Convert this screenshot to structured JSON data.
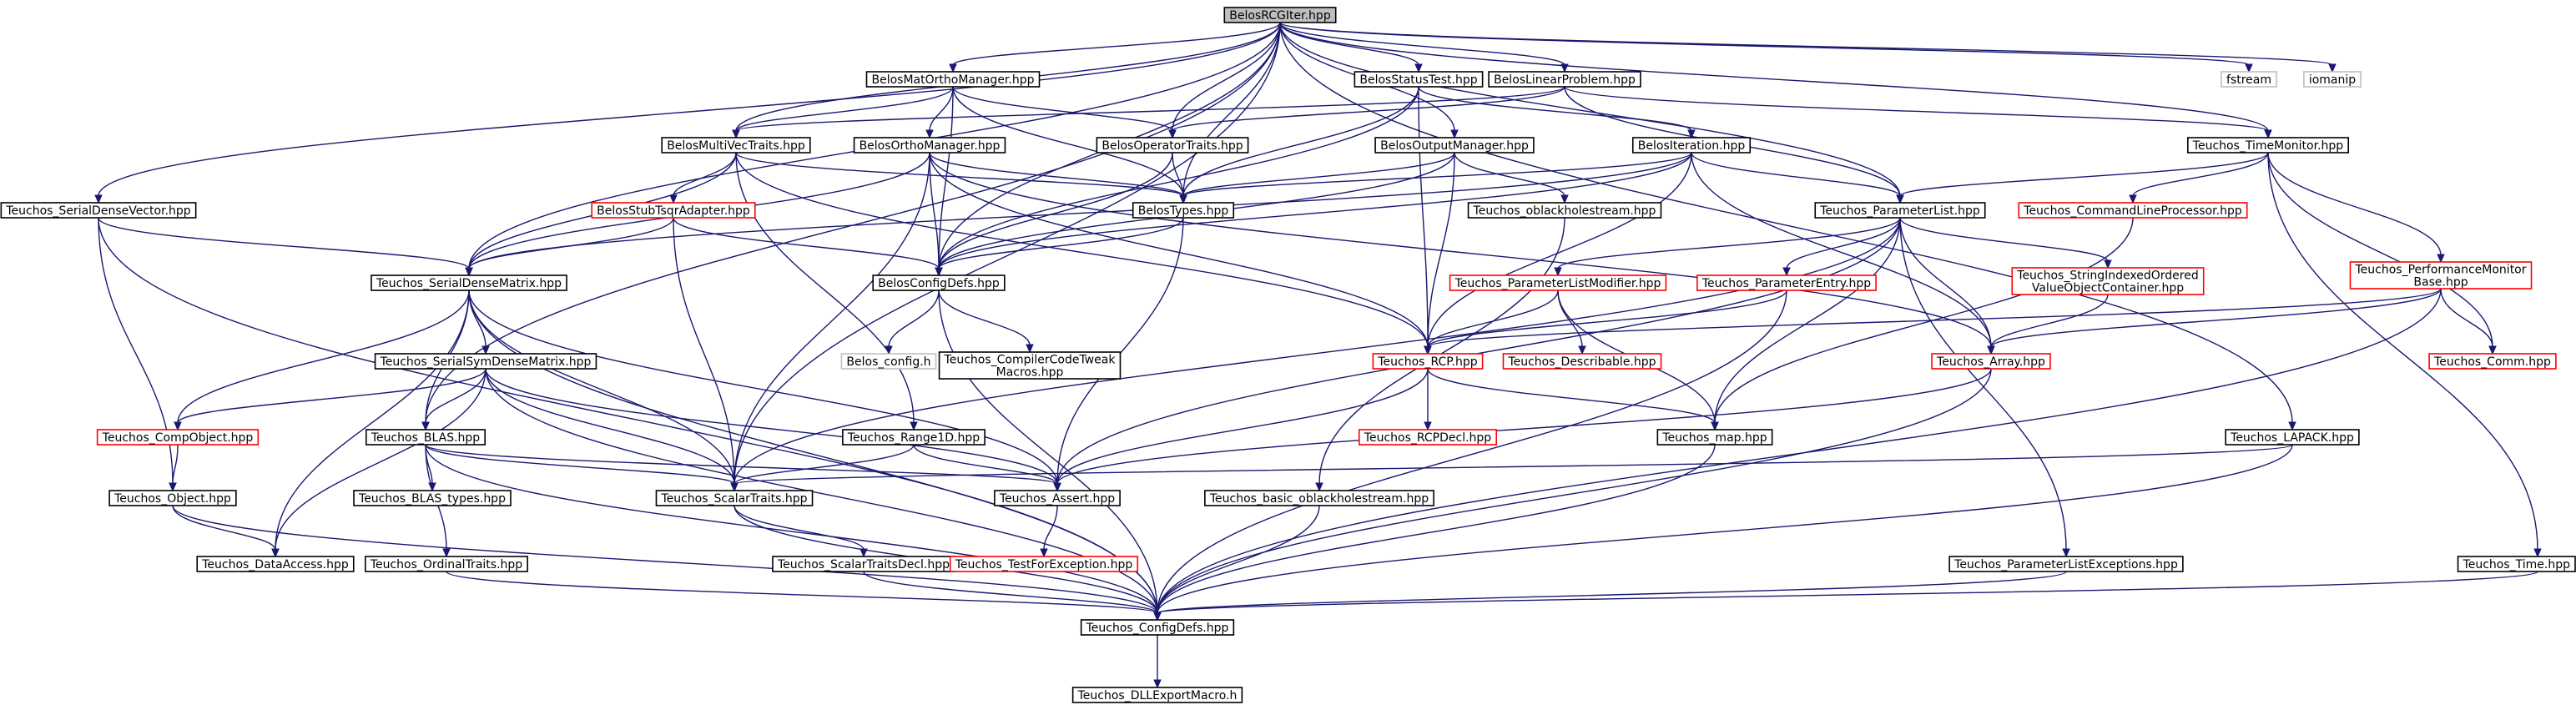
{
  "colors": {
    "edge": "#191970",
    "root_fill": "#bfbfbf",
    "node_fill": "#ffffff",
    "border_normal": "#000000",
    "border_incomplete": "#ff0000",
    "border_external": "#bfbfbf"
  },
  "nodes": [
    {
      "id": "BelosRCGIter",
      "label": [
        "BelosRCGIter.hpp"
      ],
      "kind": "root"
    },
    {
      "id": "BelosMatOrthoManager",
      "label": [
        "BelosMatOrthoManager.hpp"
      ],
      "kind": "normal"
    },
    {
      "id": "BelosStatusTest",
      "label": [
        "BelosStatusTest.hpp"
      ],
      "kind": "normal"
    },
    {
      "id": "BelosLinearProblem",
      "label": [
        "BelosLinearProblem.hpp"
      ],
      "kind": "normal"
    },
    {
      "id": "fstream",
      "label": [
        "fstream"
      ],
      "kind": "external"
    },
    {
      "id": "iomanip",
      "label": [
        "iomanip"
      ],
      "kind": "external"
    },
    {
      "id": "BelosMultiVecTraits",
      "label": [
        "BelosMultiVecTraits.hpp"
      ],
      "kind": "normal"
    },
    {
      "id": "BelosOrthoManager",
      "label": [
        "BelosOrthoManager.hpp"
      ],
      "kind": "normal"
    },
    {
      "id": "BelosOperatorTraits",
      "label": [
        "BelosOperatorTraits.hpp"
      ],
      "kind": "normal"
    },
    {
      "id": "BelosOutputManager",
      "label": [
        "BelosOutputManager.hpp"
      ],
      "kind": "normal"
    },
    {
      "id": "BelosIteration",
      "label": [
        "BelosIteration.hpp"
      ],
      "kind": "normal"
    },
    {
      "id": "Teuchos_TimeMonitor",
      "label": [
        "Teuchos_TimeMonitor.hpp"
      ],
      "kind": "normal"
    },
    {
      "id": "Teuchos_SerialDenseVector",
      "label": [
        "Teuchos_SerialDenseVector.hpp"
      ],
      "kind": "normal"
    },
    {
      "id": "BelosStubTsqrAdapter",
      "label": [
        "BelosStubTsqrAdapter.hpp"
      ],
      "kind": "incomplete"
    },
    {
      "id": "BelosTypes",
      "label": [
        "BelosTypes.hpp"
      ],
      "kind": "normal"
    },
    {
      "id": "Teuchos_oblackholestream",
      "label": [
        "Teuchos_oblackholestream.hpp"
      ],
      "kind": "normal"
    },
    {
      "id": "Teuchos_ParameterList",
      "label": [
        "Teuchos_ParameterList.hpp"
      ],
      "kind": "normal"
    },
    {
      "id": "Teuchos_CommandLineProcessor",
      "label": [
        "Teuchos_CommandLineProcessor.hpp"
      ],
      "kind": "incomplete"
    },
    {
      "id": "Teuchos_SerialDenseMatrix",
      "label": [
        "Teuchos_SerialDenseMatrix.hpp"
      ],
      "kind": "normal"
    },
    {
      "id": "BelosConfigDefs",
      "label": [
        "BelosConfigDefs.hpp"
      ],
      "kind": "normal"
    },
    {
      "id": "Teuchos_ParameterListModifier",
      "label": [
        "Teuchos_ParameterListModifier.hpp"
      ],
      "kind": "incomplete"
    },
    {
      "id": "Teuchos_ParameterEntry",
      "label": [
        "Teuchos_ParameterEntry.hpp"
      ],
      "kind": "incomplete"
    },
    {
      "id": "Teuchos_StringIndexedOrderedValueObjectContainer",
      "label": [
        "Teuchos_StringIndexedOrdered",
        "ValueObjectContainer.hpp"
      ],
      "kind": "incomplete"
    },
    {
      "id": "Teuchos_PerformanceMonitorBase",
      "label": [
        "Teuchos_PerformanceMonitor",
        "Base.hpp"
      ],
      "kind": "incomplete"
    },
    {
      "id": "Teuchos_SerialSymDenseMatrix",
      "label": [
        "Teuchos_SerialSymDenseMatrix.hpp"
      ],
      "kind": "normal"
    },
    {
      "id": "Belos_config",
      "label": [
        "Belos_config.h"
      ],
      "kind": "external"
    },
    {
      "id": "Teuchos_CompilerCodeTweakMacros",
      "label": [
        "Teuchos_CompilerCodeTweak",
        "Macros.hpp"
      ],
      "kind": "normal"
    },
    {
      "id": "Teuchos_RCP",
      "label": [
        "Teuchos_RCP.hpp"
      ],
      "kind": "incomplete"
    },
    {
      "id": "Teuchos_Describable",
      "label": [
        "Teuchos_Describable.hpp"
      ],
      "kind": "incomplete"
    },
    {
      "id": "Teuchos_Array",
      "label": [
        "Teuchos_Array.hpp"
      ],
      "kind": "incomplete"
    },
    {
      "id": "Teuchos_Comm",
      "label": [
        "Teuchos_Comm.hpp"
      ],
      "kind": "incomplete"
    },
    {
      "id": "Teuchos_CompObject",
      "label": [
        "Teuchos_CompObject.hpp"
      ],
      "kind": "incomplete"
    },
    {
      "id": "Teuchos_BLAS",
      "label": [
        "Teuchos_BLAS.hpp"
      ],
      "kind": "normal"
    },
    {
      "id": "Teuchos_Range1D",
      "label": [
        "Teuchos_Range1D.hpp"
      ],
      "kind": "normal"
    },
    {
      "id": "Teuchos_RCPDecl",
      "label": [
        "Teuchos_RCPDecl.hpp"
      ],
      "kind": "incomplete"
    },
    {
      "id": "Teuchos_map",
      "label": [
        "Teuchos_map.hpp"
      ],
      "kind": "normal"
    },
    {
      "id": "Teuchos_LAPACK",
      "label": [
        "Teuchos_LAPACK.hpp"
      ],
      "kind": "normal"
    },
    {
      "id": "Teuchos_Object",
      "label": [
        "Teuchos_Object.hpp"
      ],
      "kind": "normal"
    },
    {
      "id": "Teuchos_BLAS_types",
      "label": [
        "Teuchos_BLAS_types.hpp"
      ],
      "kind": "normal"
    },
    {
      "id": "Teuchos_ScalarTraits",
      "label": [
        "Teuchos_ScalarTraits.hpp"
      ],
      "kind": "normal"
    },
    {
      "id": "Teuchos_Assert",
      "label": [
        "Teuchos_Assert.hpp"
      ],
      "kind": "normal"
    },
    {
      "id": "Teuchos_basic_oblackholestream",
      "label": [
        "Teuchos_basic_oblackholestream.hpp"
      ],
      "kind": "normal"
    },
    {
      "id": "Teuchos_DataAccess",
      "label": [
        "Teuchos_DataAccess.hpp"
      ],
      "kind": "normal"
    },
    {
      "id": "Teuchos_OrdinalTraits",
      "label": [
        "Teuchos_OrdinalTraits.hpp"
      ],
      "kind": "normal"
    },
    {
      "id": "Teuchos_ScalarTraitsDecl",
      "label": [
        "Teuchos_ScalarTraitsDecl.hpp"
      ],
      "kind": "normal"
    },
    {
      "id": "Teuchos_TestForException",
      "label": [
        "Teuchos_TestForException.hpp"
      ],
      "kind": "incomplete"
    },
    {
      "id": "Teuchos_ParameterListExceptions",
      "label": [
        "Teuchos_ParameterListExceptions.hpp"
      ],
      "kind": "normal"
    },
    {
      "id": "Teuchos_Time",
      "label": [
        "Teuchos_Time.hpp"
      ],
      "kind": "normal"
    },
    {
      "id": "Teuchos_ConfigDefs",
      "label": [
        "Teuchos_ConfigDefs.hpp"
      ],
      "kind": "normal"
    },
    {
      "id": "Teuchos_DLLExportMacro",
      "label": [
        "Teuchos_DLLExportMacro.h"
      ],
      "kind": "normal"
    }
  ],
  "edges": [
    [
      "BelosRCGIter",
      "BelosMatOrthoManager"
    ],
    [
      "BelosRCGIter",
      "BelosStatusTest"
    ],
    [
      "BelosRCGIter",
      "BelosLinearProblem"
    ],
    [
      "BelosRCGIter",
      "fstream"
    ],
    [
      "BelosRCGIter",
      "iomanip"
    ],
    [
      "BelosRCGIter",
      "BelosMultiVecTraits"
    ],
    [
      "BelosRCGIter",
      "BelosOperatorTraits"
    ],
    [
      "BelosRCGIter",
      "BelosOutputManager"
    ],
    [
      "BelosRCGIter",
      "Teuchos_TimeMonitor"
    ],
    [
      "BelosRCGIter",
      "Teuchos_SerialDenseVector"
    ],
    [
      "BelosRCGIter",
      "BelosTypes"
    ],
    [
      "BelosRCGIter",
      "Teuchos_ParameterList"
    ],
    [
      "BelosRCGIter",
      "Teuchos_SerialDenseMatrix"
    ],
    [
      "BelosRCGIter",
      "BelosConfigDefs"
    ],
    [
      "BelosRCGIter",
      "Teuchos_BLAS"
    ],
    [
      "BelosRCGIter",
      "Teuchos_LAPACK"
    ],
    [
      "BelosRCGIter",
      "Teuchos_ScalarTraits"
    ],
    [
      "BelosMatOrthoManager",
      "BelosMultiVecTraits"
    ],
    [
      "BelosMatOrthoManager",
      "BelosOrthoManager"
    ],
    [
      "BelosMatOrthoManager",
      "BelosOperatorTraits"
    ],
    [
      "BelosMatOrthoManager",
      "BelosTypes"
    ],
    [
      "BelosMatOrthoManager",
      "BelosConfigDefs"
    ],
    [
      "BelosStatusTest",
      "BelosIteration"
    ],
    [
      "BelosStatusTest",
      "BelosTypes"
    ],
    [
      "BelosStatusTest",
      "BelosConfigDefs"
    ],
    [
      "BelosStatusTest",
      "Teuchos_RCP"
    ],
    [
      "BelosLinearProblem",
      "BelosMultiVecTraits"
    ],
    [
      "BelosLinearProblem",
      "BelosOperatorTraits"
    ],
    [
      "BelosLinearProblem",
      "Teuchos_TimeMonitor"
    ],
    [
      "BelosLinearProblem",
      "Teuchos_ParameterList"
    ],
    [
      "BelosMultiVecTraits",
      "BelosStubTsqrAdapter"
    ],
    [
      "BelosMultiVecTraits",
      "BelosTypes"
    ],
    [
      "BelosMultiVecTraits",
      "Teuchos_SerialDenseMatrix"
    ],
    [
      "BelosMultiVecTraits",
      "Teuchos_RCP"
    ],
    [
      "BelosMultiVecTraits",
      "Teuchos_Range1D"
    ],
    [
      "BelosOrthoManager",
      "BelosTypes"
    ],
    [
      "BelosOrthoManager",
      "Teuchos_SerialDenseMatrix"
    ],
    [
      "BelosOrthoManager",
      "BelosConfigDefs"
    ],
    [
      "BelosOrthoManager",
      "Teuchos_Array"
    ],
    [
      "BelosOrthoManager",
      "Teuchos_RCP"
    ],
    [
      "BelosOrthoManager",
      "Teuchos_ScalarTraits"
    ],
    [
      "BelosOperatorTraits",
      "BelosTypes"
    ],
    [
      "BelosOperatorTraits",
      "BelosConfigDefs"
    ],
    [
      "BelosOutputManager",
      "BelosTypes"
    ],
    [
      "BelosOutputManager",
      "Teuchos_oblackholestream"
    ],
    [
      "BelosOutputManager",
      "BelosConfigDefs"
    ],
    [
      "BelosOutputManager",
      "Teuchos_RCP"
    ],
    [
      "BelosIteration",
      "BelosTypes"
    ],
    [
      "BelosIteration",
      "Teuchos_ParameterList"
    ],
    [
      "BelosIteration",
      "Teuchos_SerialDenseMatrix"
    ],
    [
      "BelosIteration",
      "BelosConfigDefs"
    ],
    [
      "BelosIteration",
      "Teuchos_RCP"
    ],
    [
      "BelosIteration",
      "Teuchos_Array"
    ],
    [
      "Teuchos_TimeMonitor",
      "Teuchos_ParameterList"
    ],
    [
      "Teuchos_TimeMonitor",
      "Teuchos_CommandLineProcessor"
    ],
    [
      "Teuchos_TimeMonitor",
      "Teuchos_PerformanceMonitorBase"
    ],
    [
      "Teuchos_TimeMonitor",
      "Teuchos_Comm"
    ],
    [
      "Teuchos_TimeMonitor",
      "Teuchos_Time"
    ],
    [
      "Teuchos_SerialDenseVector",
      "Teuchos_SerialDenseMatrix"
    ],
    [
      "Teuchos_SerialDenseVector",
      "Teuchos_Object"
    ],
    [
      "Teuchos_SerialDenseVector",
      "Teuchos_ConfigDefs"
    ],
    [
      "BelosStubTsqrAdapter",
      "Teuchos_SerialDenseMatrix"
    ],
    [
      "BelosStubTsqrAdapter",
      "BelosConfigDefs"
    ],
    [
      "BelosStubTsqrAdapter",
      "Teuchos_ScalarTraits"
    ],
    [
      "BelosTypes",
      "BelosConfigDefs"
    ],
    [
      "BelosTypes",
      "Teuchos_Assert"
    ],
    [
      "Teuchos_oblackholestream",
      "Teuchos_basic_oblackholestream"
    ],
    [
      "Teuchos_ParameterList",
      "Teuchos_ParameterListModifier"
    ],
    [
      "Teuchos_ParameterList",
      "Teuchos_ParameterEntry"
    ],
    [
      "Teuchos_ParameterList",
      "Teuchos_StringIndexedOrderedValueObjectContainer"
    ],
    [
      "Teuchos_ParameterList",
      "Teuchos_Array"
    ],
    [
      "Teuchos_ParameterList",
      "Teuchos_map"
    ],
    [
      "Teuchos_ParameterList",
      "Teuchos_ParameterListExceptions"
    ],
    [
      "Teuchos_ParameterList",
      "Teuchos_Assert"
    ],
    [
      "Teuchos_ParameterList",
      "Teuchos_ScalarTraits"
    ],
    [
      "Teuchos_CommandLineProcessor",
      "Teuchos_map"
    ],
    [
      "Teuchos_SerialDenseMatrix",
      "Teuchos_SerialSymDenseMatrix"
    ],
    [
      "Teuchos_SerialDenseMatrix",
      "Teuchos_CompObject"
    ],
    [
      "Teuchos_SerialDenseMatrix",
      "Teuchos_BLAS"
    ],
    [
      "Teuchos_SerialDenseMatrix",
      "Teuchos_ScalarTraits"
    ],
    [
      "Teuchos_SerialDenseMatrix",
      "Teuchos_Assert"
    ],
    [
      "Teuchos_SerialDenseMatrix",
      "Teuchos_DataAccess"
    ],
    [
      "Teuchos_SerialDenseMatrix",
      "Teuchos_ConfigDefs"
    ],
    [
      "BelosConfigDefs",
      "Belos_config"
    ],
    [
      "BelosConfigDefs",
      "Teuchos_CompilerCodeTweakMacros"
    ],
    [
      "BelosConfigDefs",
      "Teuchos_ConfigDefs"
    ],
    [
      "Teuchos_ParameterListModifier",
      "Teuchos_RCP"
    ],
    [
      "Teuchos_ParameterListModifier",
      "Teuchos_Describable"
    ],
    [
      "Teuchos_ParameterListModifier",
      "Teuchos_map"
    ],
    [
      "Teuchos_ParameterEntry",
      "Teuchos_RCP"
    ],
    [
      "Teuchos_ParameterEntry",
      "Teuchos_ConfigDefs"
    ],
    [
      "Teuchos_StringIndexedOrderedValueObjectContainer",
      "Teuchos_Array"
    ],
    [
      "Teuchos_PerformanceMonitorBase",
      "Teuchos_RCP"
    ],
    [
      "Teuchos_PerformanceMonitorBase",
      "Teuchos_Array"
    ],
    [
      "Teuchos_PerformanceMonitorBase",
      "Teuchos_Comm"
    ],
    [
      "Teuchos_PerformanceMonitorBase",
      "Teuchos_ConfigDefs"
    ],
    [
      "Teuchos_SerialSymDenseMatrix",
      "Teuchos_CompObject"
    ],
    [
      "Teuchos_SerialSymDenseMatrix",
      "Teuchos_BLAS"
    ],
    [
      "Teuchos_SerialSymDenseMatrix",
      "Teuchos_ScalarTraits"
    ],
    [
      "Teuchos_SerialSymDenseMatrix",
      "Teuchos_Assert"
    ],
    [
      "Teuchos_SerialSymDenseMatrix",
      "Teuchos_DataAccess"
    ],
    [
      "Teuchos_SerialSymDenseMatrix",
      "Teuchos_ConfigDefs"
    ],
    [
      "Teuchos_RCP",
      "Teuchos_RCPDecl"
    ],
    [
      "Teuchos_RCP",
      "Teuchos_map"
    ],
    [
      "Teuchos_RCP",
      "Teuchos_Assert"
    ],
    [
      "Teuchos_Array",
      "Teuchos_Assert"
    ],
    [
      "Teuchos_Array",
      "Teuchos_ConfigDefs"
    ],
    [
      "Teuchos_CompObject",
      "Teuchos_Object"
    ],
    [
      "Teuchos_BLAS",
      "Teuchos_BLAS_types"
    ],
    [
      "Teuchos_BLAS",
      "Teuchos_ScalarTraits"
    ],
    [
      "Teuchos_BLAS",
      "Teuchos_OrdinalTraits"
    ],
    [
      "Teuchos_BLAS",
      "Teuchos_Assert"
    ],
    [
      "Teuchos_BLAS",
      "Teuchos_ConfigDefs"
    ],
    [
      "Teuchos_Range1D",
      "Teuchos_ScalarTraits"
    ],
    [
      "Teuchos_Range1D",
      "Teuchos_Assert"
    ],
    [
      "Teuchos_map",
      "Teuchos_ConfigDefs"
    ],
    [
      "Teuchos_LAPACK",
      "Teuchos_ScalarTraits"
    ],
    [
      "Teuchos_LAPACK",
      "Teuchos_ConfigDefs"
    ],
    [
      "Teuchos_Object",
      "Teuchos_DataAccess"
    ],
    [
      "Teuchos_Object",
      "Teuchos_ConfigDefs"
    ],
    [
      "Teuchos_ScalarTraits",
      "Teuchos_ScalarTraitsDecl"
    ],
    [
      "Teuchos_ScalarTraits",
      "Teuchos_ConfigDefs"
    ],
    [
      "Teuchos_Assert",
      "Teuchos_TestForException"
    ],
    [
      "Teuchos_basic_oblackholestream",
      "Teuchos_ConfigDefs"
    ],
    [
      "Teuchos_OrdinalTraits",
      "Teuchos_ConfigDefs"
    ],
    [
      "Teuchos_ScalarTraitsDecl",
      "Teuchos_ConfigDefs"
    ],
    [
      "Teuchos_ParameterListExceptions",
      "Teuchos_ConfigDefs"
    ],
    [
      "Teuchos_Time",
      "Teuchos_ConfigDefs"
    ],
    [
      "Teuchos_ConfigDefs",
      "Teuchos_DLLExportMacro"
    ]
  ]
}
